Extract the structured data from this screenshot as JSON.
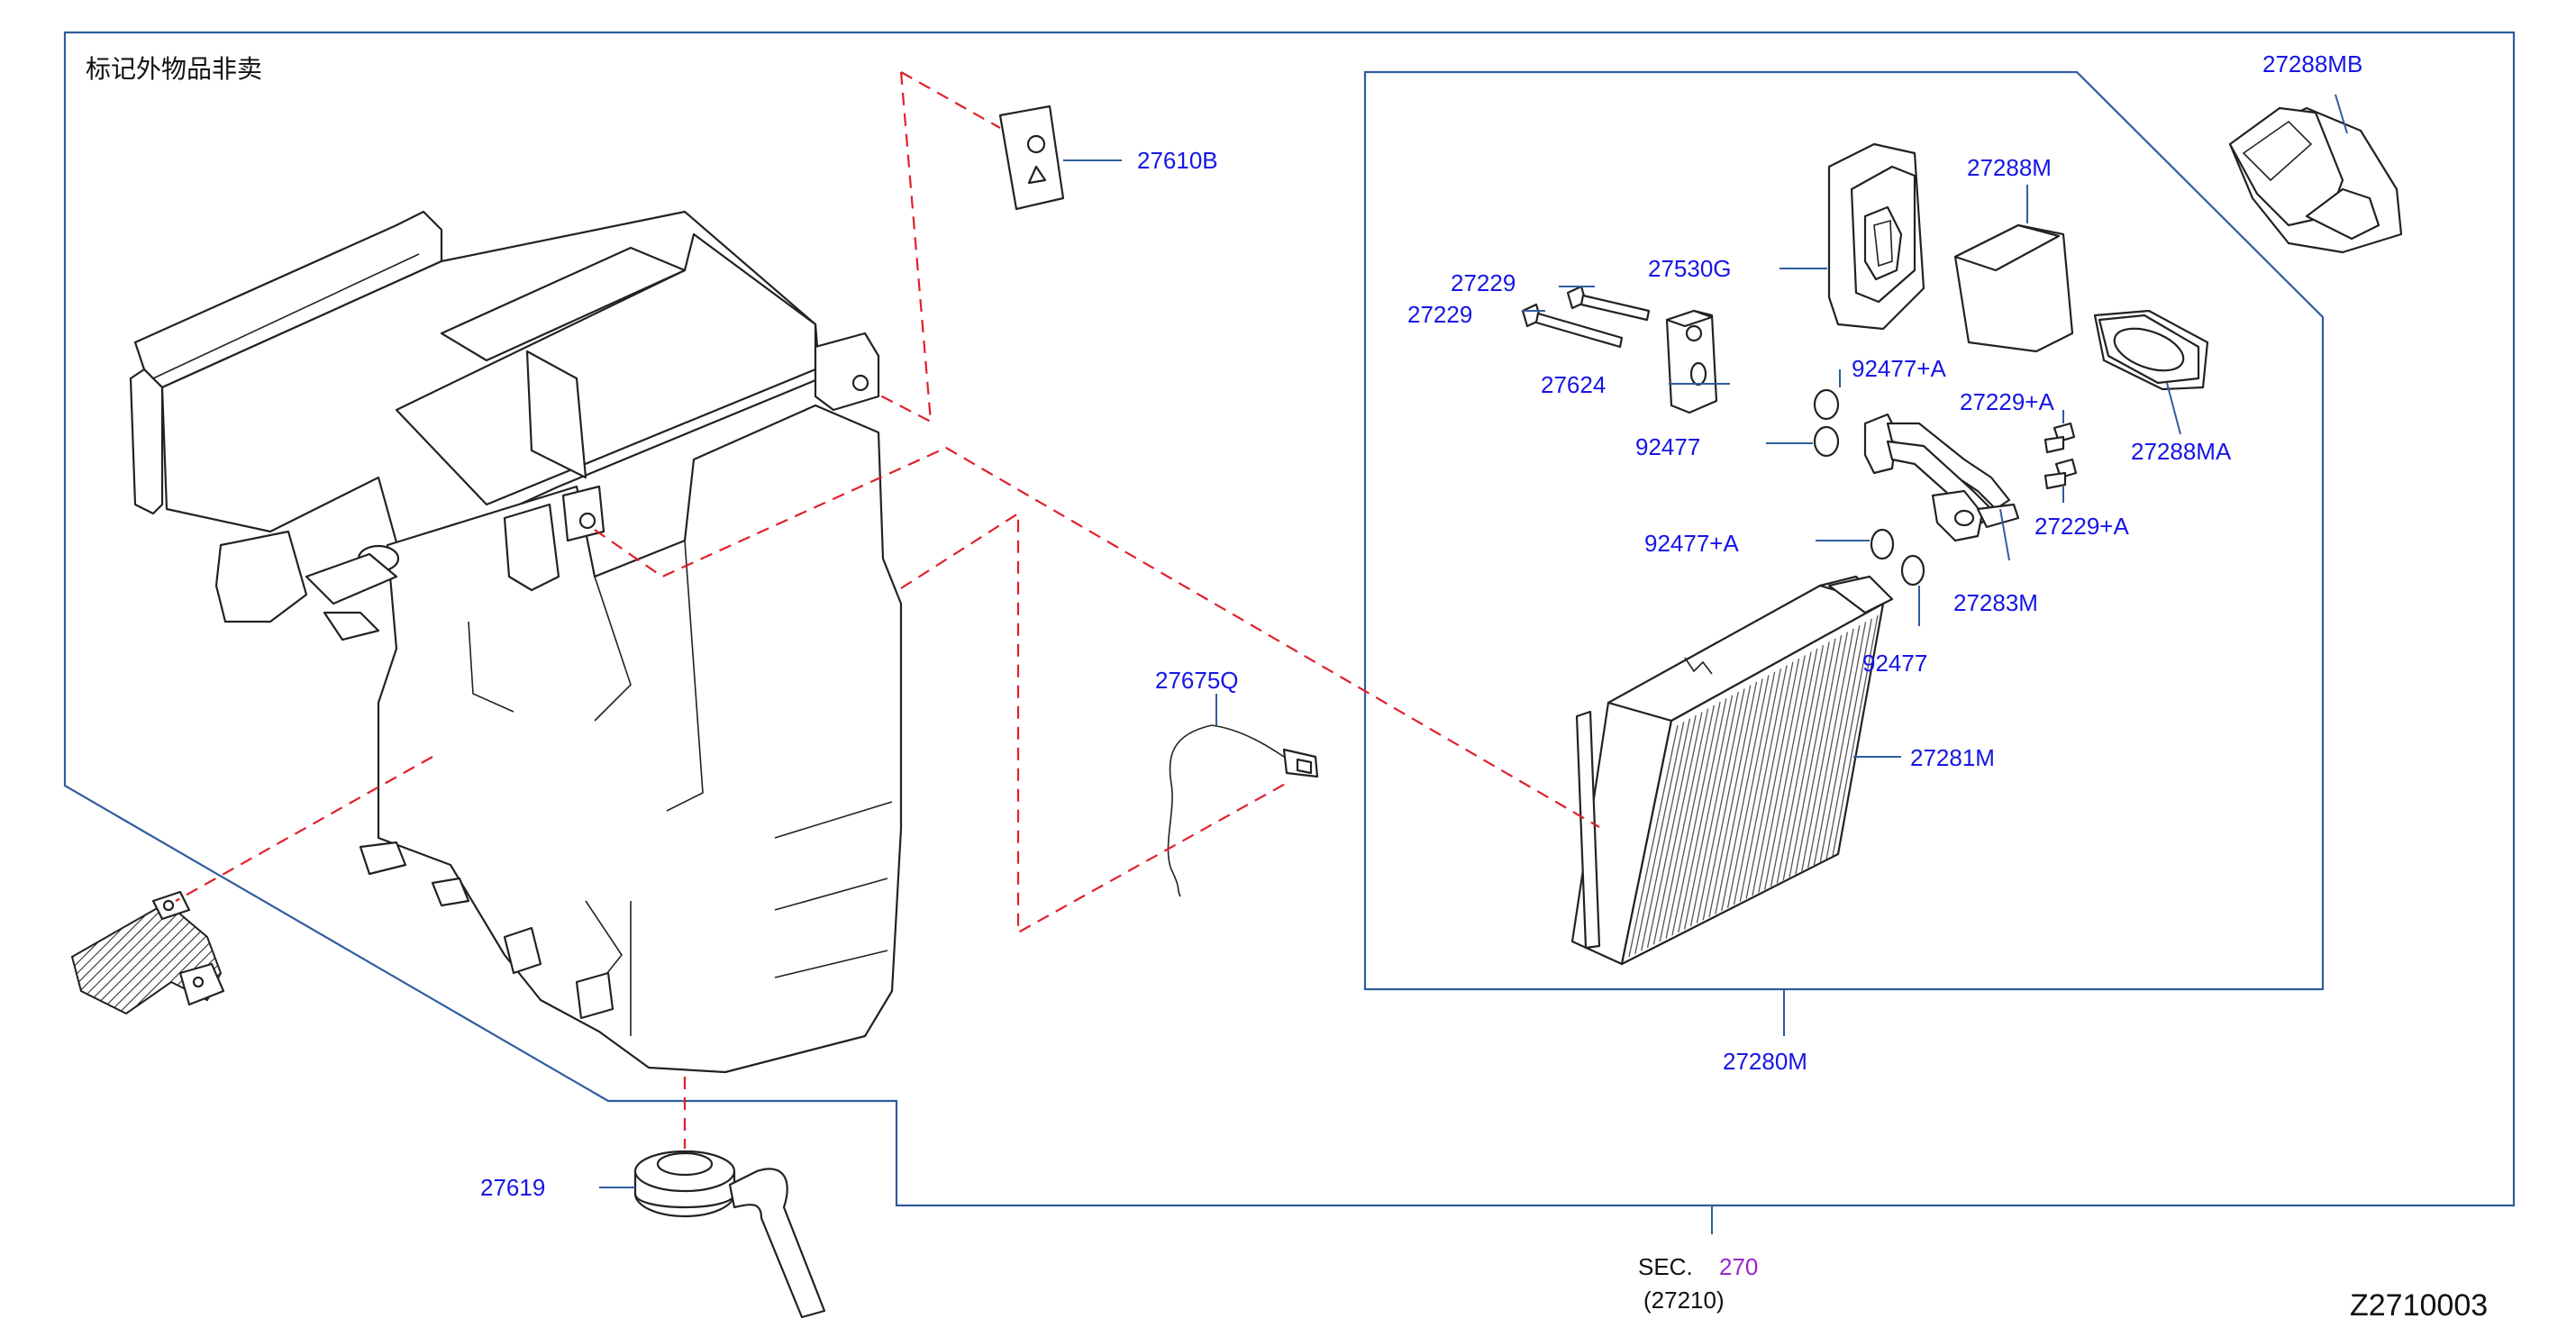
{
  "diagram": {
    "note": "标记外物品非卖",
    "drawing_code": "Z2710003",
    "section_ref": {
      "prefix": "SEC.",
      "number": "270",
      "sub": "(27210)"
    },
    "colors": {
      "label": "#1515e6",
      "frame": "#2f5d9e",
      "dash": "#e0202a",
      "section_number": "#9a26c9"
    },
    "callouts": {
      "c27610B": "27610B",
      "c27675Q": "27675Q",
      "c27619": "27619",
      "c27288MB": "27288MB",
      "c27288M": "27288M",
      "c27530G": "27530G",
      "c27229_a": "27229",
      "c27229_b": "27229",
      "c27624": "27624",
      "c92477A_a": "92477+A",
      "c92477_a": "92477",
      "c27229A_a": "27229+A",
      "c27288MA": "27288MA",
      "c27229A_b": "27229+A",
      "c92477A_b": "92477+A",
      "c27283M": "27283M",
      "c92477_b": "92477",
      "c27281M": "27281M",
      "c27280M": "27280M"
    }
  }
}
